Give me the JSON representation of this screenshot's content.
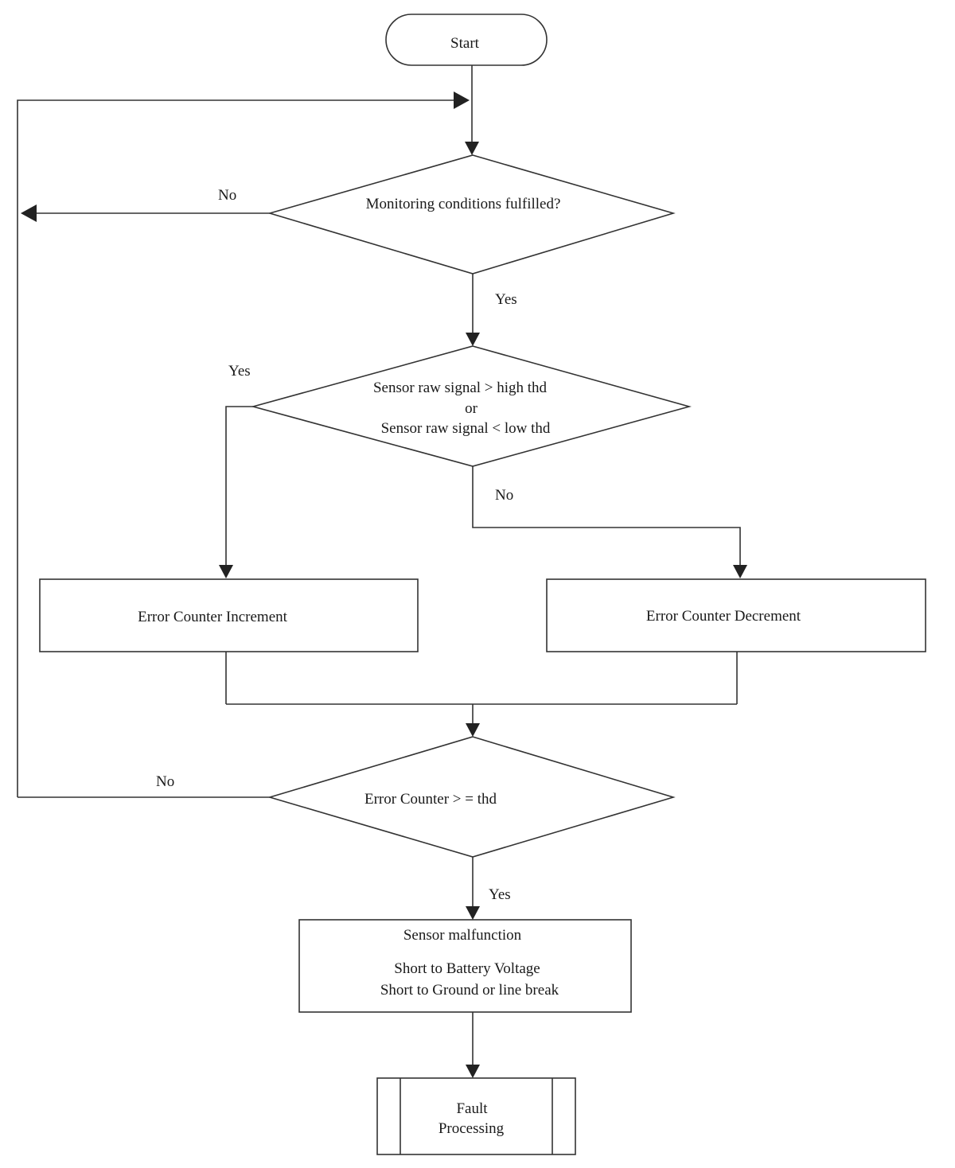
{
  "nodes": {
    "start": {
      "label": "Start"
    },
    "monitoring": {
      "label": "Monitoring  conditions fulfilled?"
    },
    "signal_check": {
      "lines": [
        "Sensor raw signal > high thd",
        "or",
        "Sensor    raw signal < low thd"
      ]
    },
    "increment": {
      "label": "Error Counter Increment"
    },
    "decrement": {
      "label": "Error Counter Decrement"
    },
    "counter_check": {
      "label": "Error Counter > = thd"
    },
    "malfunction": {
      "lines": [
        "Sensor malfunction",
        "Short to Battery Voltage",
        "Short to Ground or  line break"
      ]
    },
    "fault": {
      "lines": [
        "Fault",
        "Processing"
      ]
    }
  },
  "edges": {
    "monitoring_no": "No",
    "monitoring_yes": "Yes",
    "signal_yes": "Yes",
    "signal_no": "No",
    "counter_no": "No",
    "counter_yes": "Yes"
  }
}
